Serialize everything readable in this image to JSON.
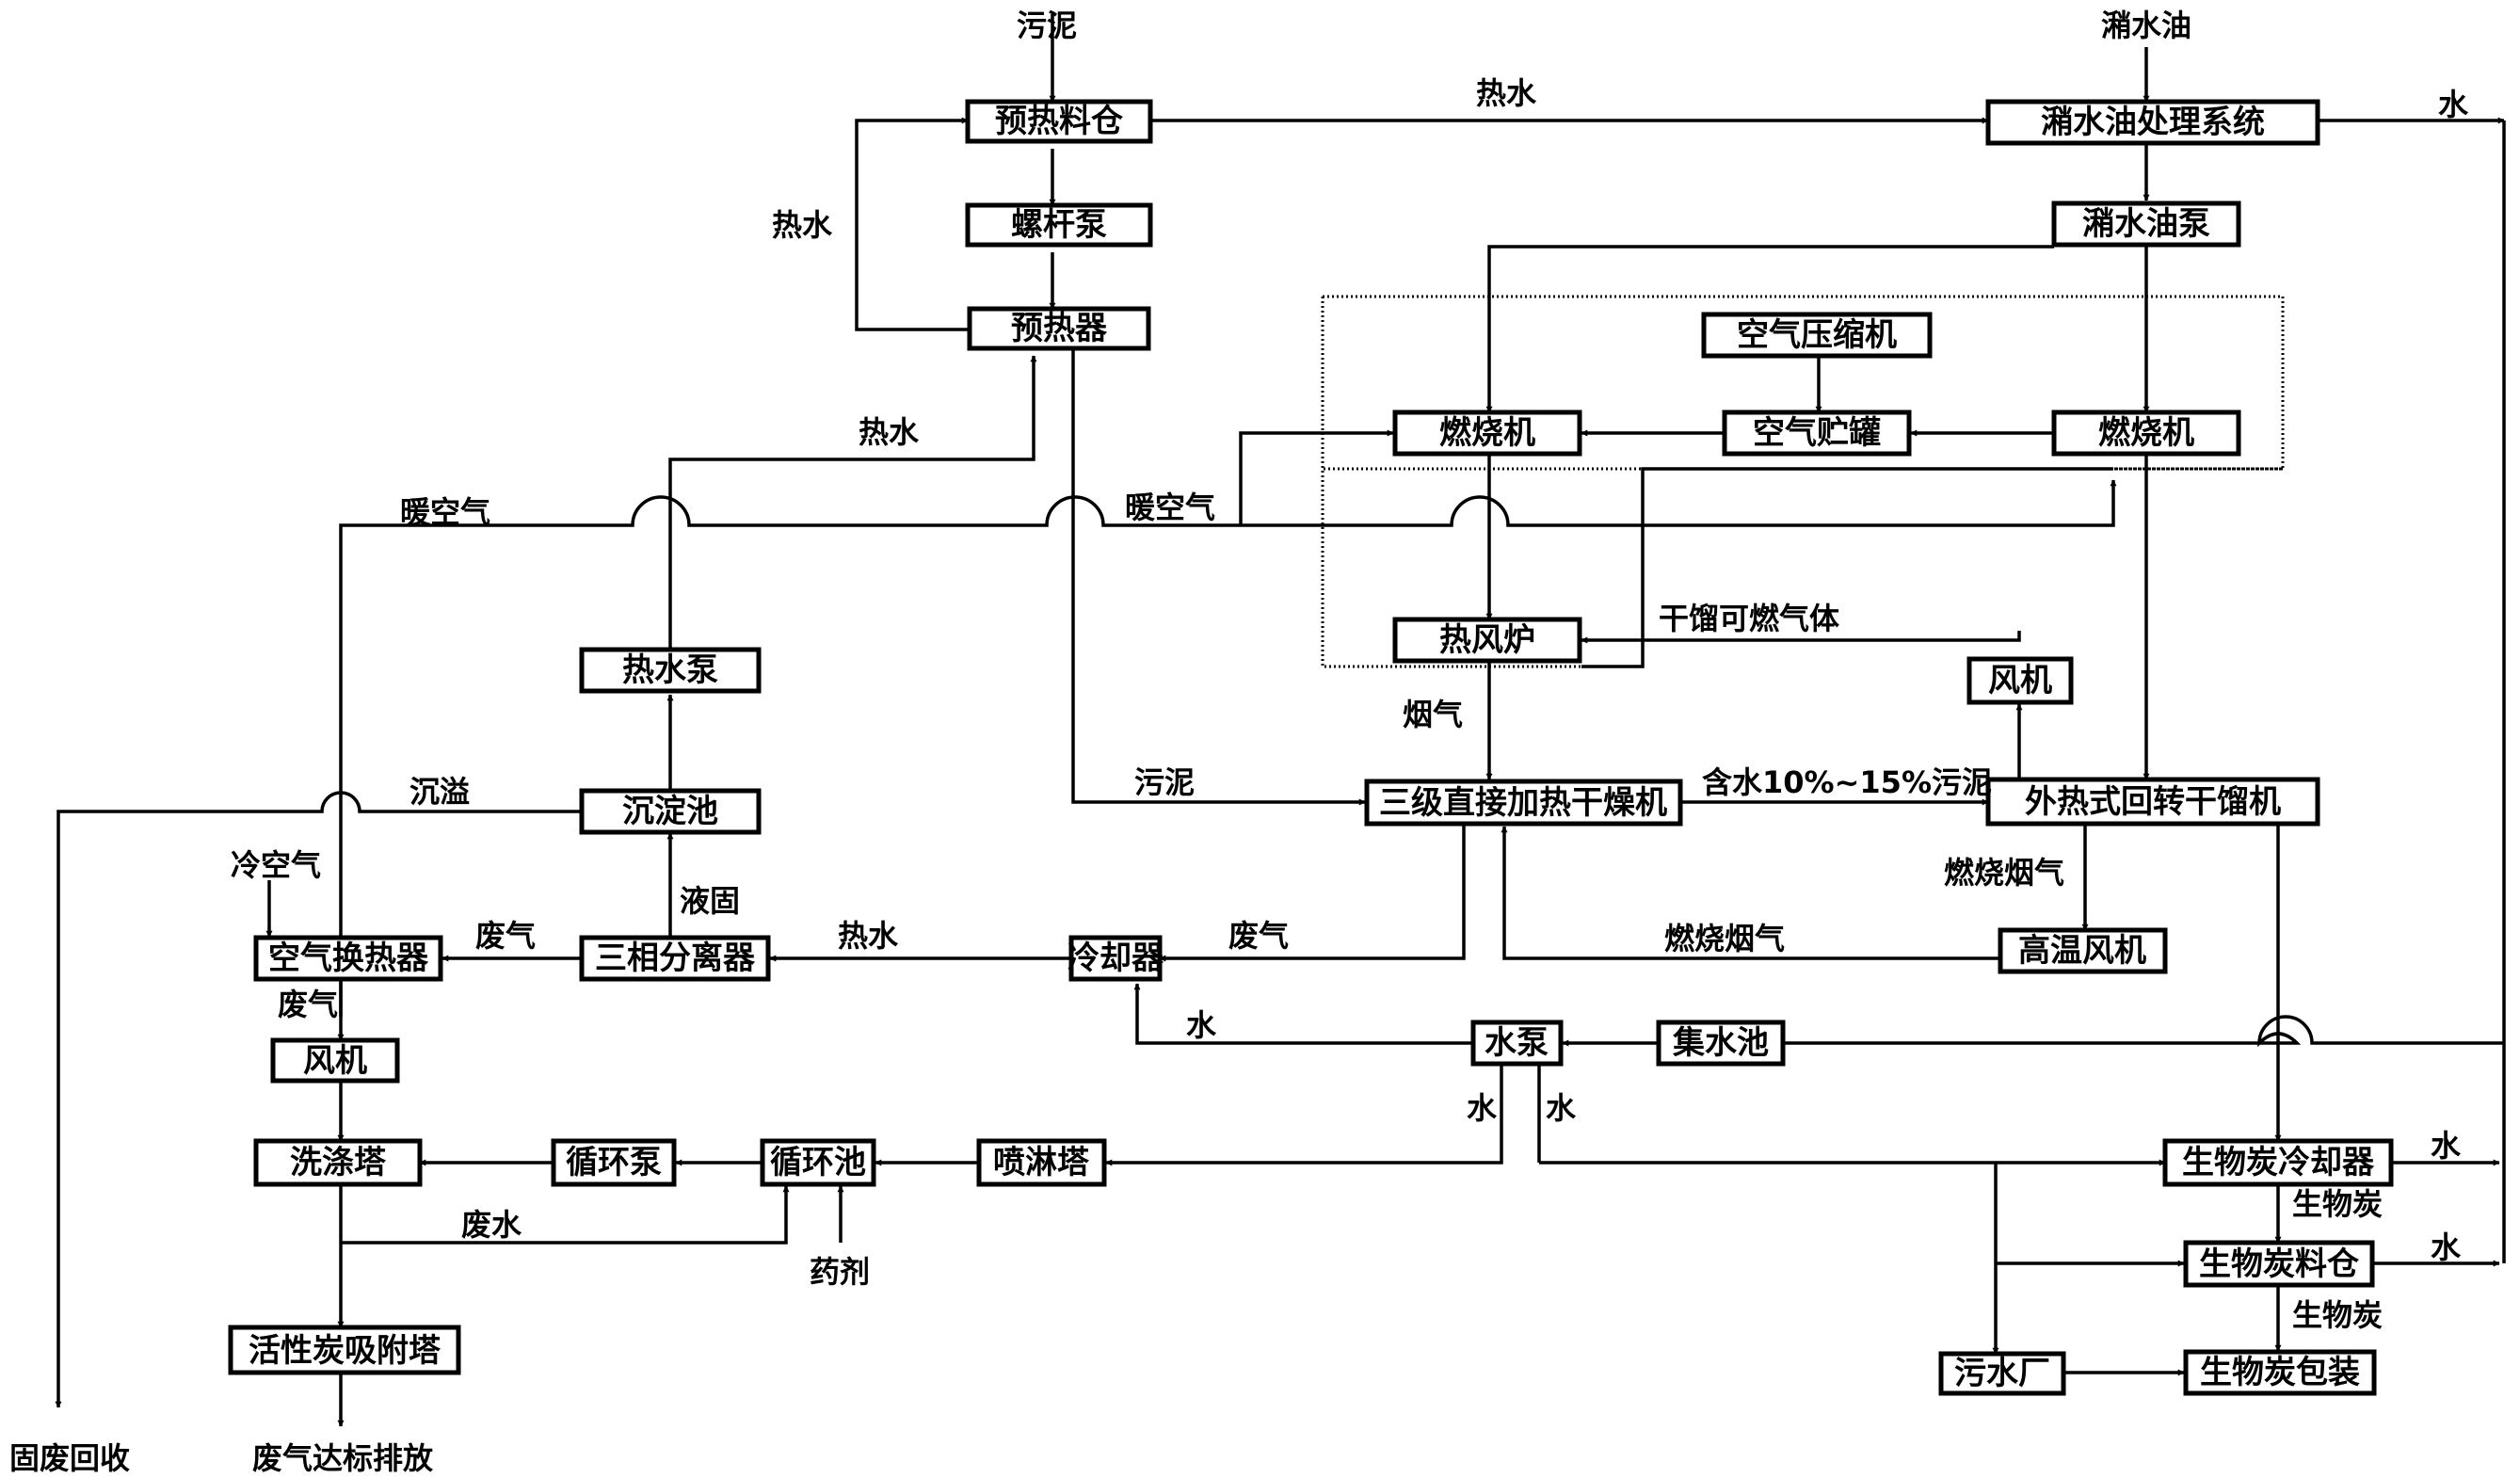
{
  "nodes": {
    "preheat_bin": "预热料仓",
    "screw_pump": "螺杆泵",
    "preheater": "预热器",
    "oily_water_system": "潲水油处理系统",
    "oily_water_pump": "潲水油泵",
    "air_compressor": "空气压缩机",
    "burner_left": "燃烧机",
    "air_tank": "空气贮罐",
    "burner_right": "燃烧机",
    "hot_air_furnace": "热风炉",
    "fan_right": "风机",
    "hot_water_pump": "热水泵",
    "settling_tank": "沉淀池",
    "three_stage_dryer": "三级直接加热干燥机",
    "rotary_retort": "外热式回转干馏机",
    "air_heat_exchanger": "空气换热器",
    "three_phase_separator": "三相分离器",
    "cooler": "冷却器",
    "high_temp_fan": "高温风机",
    "water_pump": "水泵",
    "collection_tank": "集水池",
    "fan_left": "风机",
    "scrubber": "洗涤塔",
    "circ_pump": "循环泵",
    "circ_tank": "循环池",
    "spray_tower": "喷淋塔",
    "biochar_cooler": "生物炭冷却器",
    "biochar_bin": "生物炭料仓",
    "activated_carbon_tower": "活性炭吸附塔",
    "wastewater_plant": "污水厂",
    "biochar_packing": "生物炭包装"
  },
  "labels": {
    "sludge_in": "污泥",
    "oily_water_in": "潲水油",
    "hot_water_top": "热水",
    "water_right_top": "水",
    "hot_water_loop": "热水",
    "hot_water_mid": "热水",
    "warm_air_left": "暖空气",
    "warm_air_mid": "暖空气",
    "dry_gas": "干馏可燃气体",
    "flue_gas": "烟气",
    "sludge_mid": "污泥",
    "moisture_sludge": "含水10%~15%污泥",
    "overflow": "沉溢",
    "cold_air": "冷空气",
    "liquid_solid": "液固",
    "exhaust_gas_1": "废气",
    "hot_water_low": "热水",
    "exhaust_gas_2": "废气",
    "combust_flue_1": "燃烧烟气",
    "combust_flue_2": "燃烧烟气",
    "exhaust_gas_3": "废气",
    "water_cooler": "水",
    "water_down_1": "水",
    "water_down_2": "水",
    "waste_water": "废水",
    "chemicals": "药剂",
    "water_right_1": "水",
    "biochar_1": "生物炭",
    "water_right_2": "水",
    "biochar_2": "生物炭",
    "solid_waste": "固废回收",
    "exhaust_discharge": "废气达标排放"
  }
}
